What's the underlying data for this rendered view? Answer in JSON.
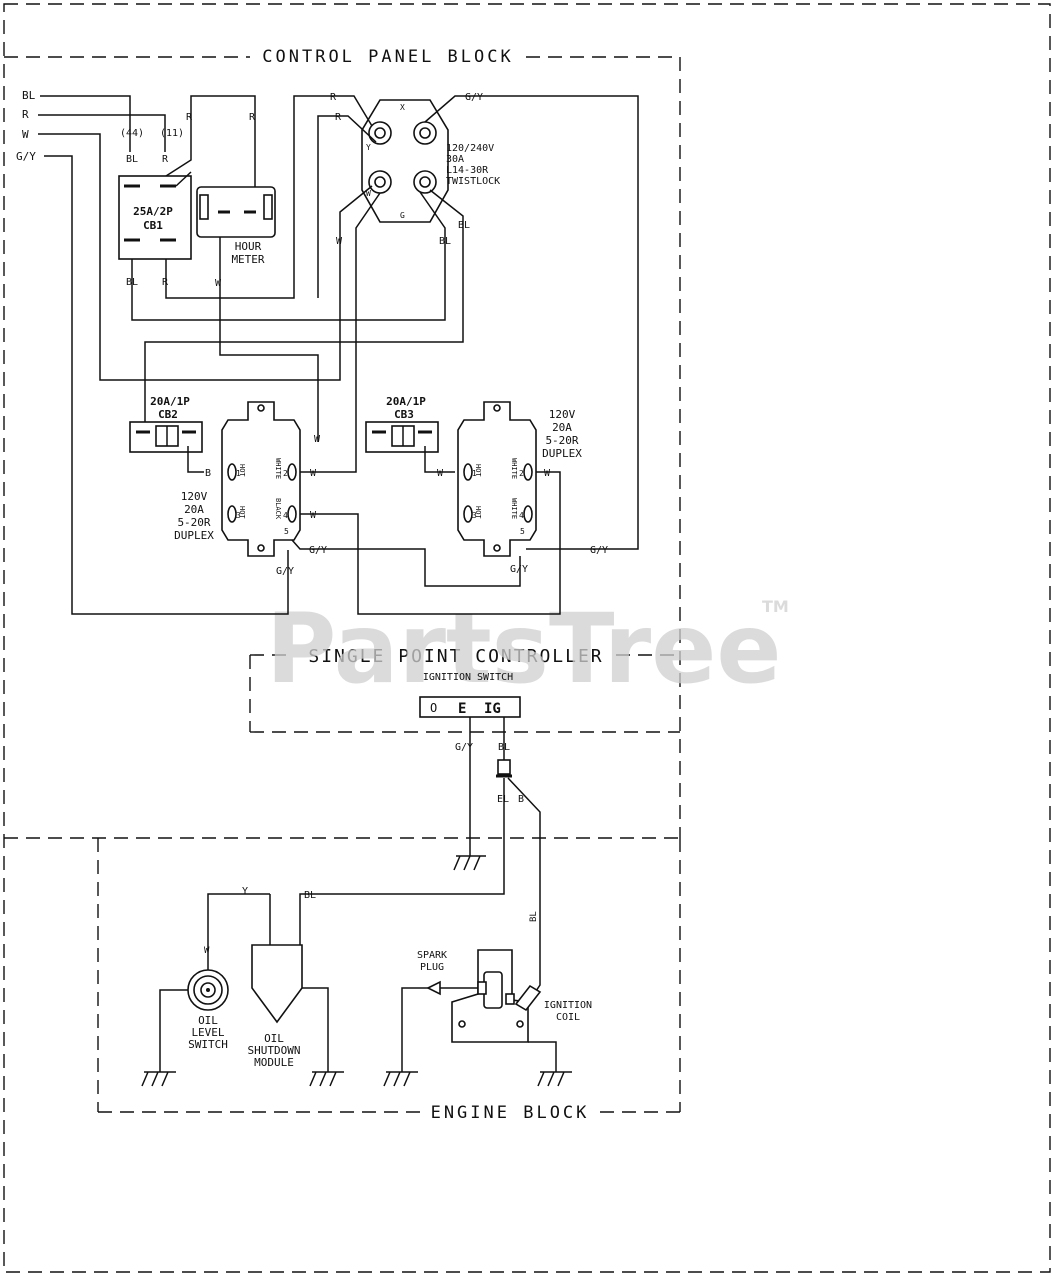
{
  "blocks": {
    "control_panel": "CONTROL PANEL BLOCK",
    "single_point": "SINGLE POINT CONTROLLER",
    "engine": "ENGINE BLOCK"
  },
  "inputs": [
    "BL",
    "R",
    "W",
    "G/Y"
  ],
  "cb1": {
    "top_left_no": "(44)",
    "top_right_no": "(11)",
    "top_left": "BL",
    "top_right": "R",
    "bottom_left": "BL",
    "bottom_right": "R",
    "rating": "25A/2P",
    "name": "CB1"
  },
  "hour_meter": {
    "label1": "HOUR",
    "label2": "METER",
    "wire_top_left": "R",
    "wire_top_right": "R",
    "wire_bottom": "W"
  },
  "twistlock": {
    "pin_x": "X",
    "pin_y": "Y",
    "pin_w": "W",
    "pin_g": "G",
    "line1": "120/240V",
    "line2": "30A",
    "line3": "L14-30R",
    "line4": "TWISTLOCK",
    "wire_r1": "R",
    "wire_r2": "R",
    "wire_gy": "G/Y",
    "wire_w": "W",
    "wire_bl1": "BL",
    "wire_bl2": "BL"
  },
  "cb2": {
    "rating": "20A/1P",
    "name": "CB2"
  },
  "cb3": {
    "rating": "20A/1P",
    "name": "CB3"
  },
  "duplex1": {
    "line1": "120V",
    "line2": "20A",
    "line3": "5-20R",
    "line4": "DUPLEX",
    "hot": "HOT",
    "white": "WHITE",
    "black": "BLACK",
    "t1": "1",
    "t2": "2",
    "t3": "3",
    "t4": "4",
    "t5": "5",
    "wire_b": "B",
    "wire_w1": "W",
    "wire_w2": "W",
    "wire_w3": "W",
    "wire_gy1": "G/Y",
    "wire_gy2": "G/Y"
  },
  "duplex2": {
    "line1": "120V",
    "line2": "20A",
    "line3": "5-20R",
    "line4": "DUPLEX",
    "hot": "HOT",
    "white": "WHITE",
    "t1": "1",
    "t2": "2",
    "t3": "3",
    "t4": "4",
    "t5": "5",
    "wire_w1": "W",
    "wire_w2": "W",
    "wire_gy1": "G/Y",
    "wire_gy2": "G/Y"
  },
  "spc": {
    "ignition_switch": "IGNITION SWITCH",
    "o": "O",
    "e": "E",
    "ig": "IG",
    "wire_gy": "G/Y",
    "wire_bl": "BL",
    "wire_el": "EL",
    "wire_b": "B"
  },
  "engine": {
    "wire_y": "Y",
    "wire_w": "W",
    "wire_bl": "BL",
    "wire_bl2": "BL",
    "oil_level": [
      "OIL",
      "LEVEL",
      "SWITCH"
    ],
    "oil_module": [
      "OIL",
      "SHUTDOWN",
      "MODULE"
    ],
    "spark_plug": [
      "SPARK",
      "PLUG"
    ],
    "ignition_coil": [
      "IGNITION",
      "COIL"
    ]
  },
  "watermark": "PartsTree",
  "watermark_tm": "TM"
}
